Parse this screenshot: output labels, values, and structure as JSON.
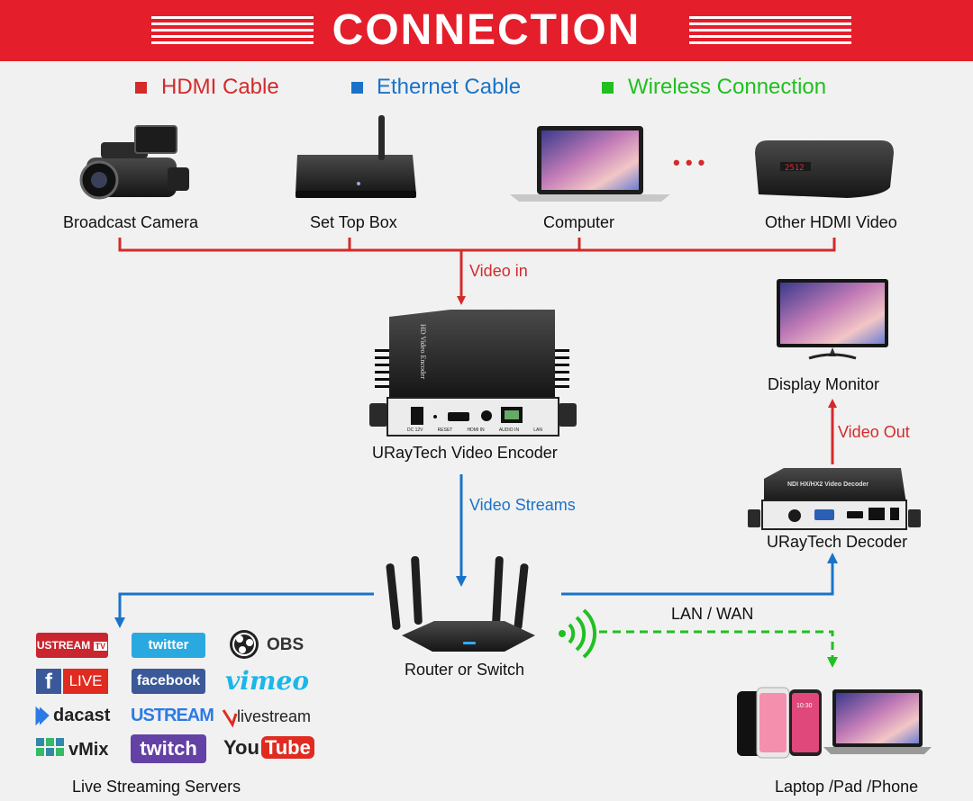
{
  "banner": {
    "title": "CONNECTION"
  },
  "legend": [
    {
      "label": "HDMI Cable",
      "color": "#d42a2a"
    },
    {
      "label": "Ethernet Cable",
      "color": "#1a73c9"
    },
    {
      "label": "Wireless Connection",
      "color": "#20c020"
    }
  ],
  "sources": {
    "camera": "Broadcast Camera",
    "settop": "Set Top Box",
    "computer": "Computer",
    "other": "Other HDMI Video",
    "ellipsis": "• • •"
  },
  "flow": {
    "video_in": "Video in",
    "video_streams": "Video Streams",
    "video_out": "Video Out",
    "lan_wan": "LAN / WAN"
  },
  "encoder": {
    "label": "URayTech Video Encoder",
    "device_text": "HD Video Encoder",
    "ports": [
      "DC 12V",
      "RESET",
      "HDMI IN",
      "AUDIO IN",
      "LAN"
    ]
  },
  "decoder": {
    "label": "URayTech Decoder",
    "device_text": "NDI HX/HX2 Video Decoder"
  },
  "monitor": {
    "label": "Display Monitor"
  },
  "router": {
    "label": "Router or Switch"
  },
  "servers": {
    "label": "Live Streaming Servers",
    "logos": {
      "ustream_tv": "USTREAM",
      "ustream_tv_badge": "TV",
      "twitter": "twitter",
      "obs": "OBS",
      "facebook_f": "f",
      "facebook_live": "LIVE",
      "facebook": "facebook",
      "vimeo": "vimeo",
      "dacast": "dacast",
      "ustream": "USTREAM",
      "livestream": "livestream",
      "vmix": "vMix",
      "twitch": "twitch",
      "youtube_you": "You",
      "youtube_tube": "Tube"
    }
  },
  "clients": {
    "label": "Laptop /Pad /Phone",
    "phone_time": "10:30"
  },
  "colors": {
    "hdmi": "#d42a2a",
    "ethernet": "#1a73c9",
    "wireless": "#20c020",
    "banner": "#e41e2b"
  }
}
